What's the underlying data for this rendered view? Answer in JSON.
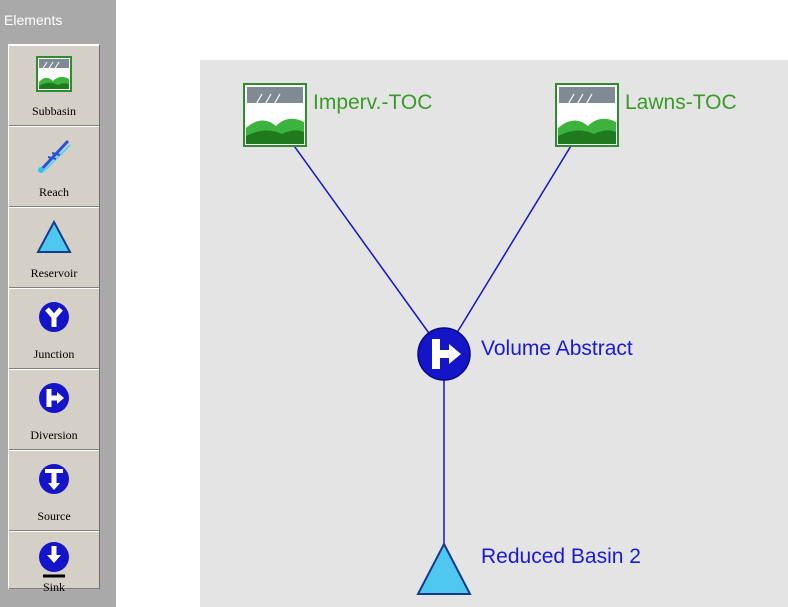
{
  "palette": {
    "title": "Elements",
    "items": [
      {
        "label": "Subbasin",
        "icon": "subbasin-icon"
      },
      {
        "label": "Reach",
        "icon": "reach-icon"
      },
      {
        "label": "Reservoir",
        "icon": "reservoir-icon"
      },
      {
        "label": "Junction",
        "icon": "junction-icon"
      },
      {
        "label": "Diversion",
        "icon": "diversion-icon"
      },
      {
        "label": "Source",
        "icon": "source-icon"
      },
      {
        "label": "Sink",
        "icon": "sink-icon"
      }
    ]
  },
  "network": {
    "nodes": {
      "imperv": {
        "label": "Imperv.-TOC",
        "type": "subbasin"
      },
      "lawns": {
        "label": "Lawns-TOC",
        "type": "subbasin"
      },
      "diversion": {
        "label": "Volume Abstract",
        "type": "diversion"
      },
      "reservoir": {
        "label": "Reduced Basin 2",
        "type": "reservoir"
      }
    }
  },
  "colors": {
    "subbasin_label": "#3a9a2a",
    "element_label": "#1a1ad6",
    "link": "#1414c8",
    "canvas_bg": "#e4e4e4",
    "palette_bg": "#a9a9a9"
  }
}
